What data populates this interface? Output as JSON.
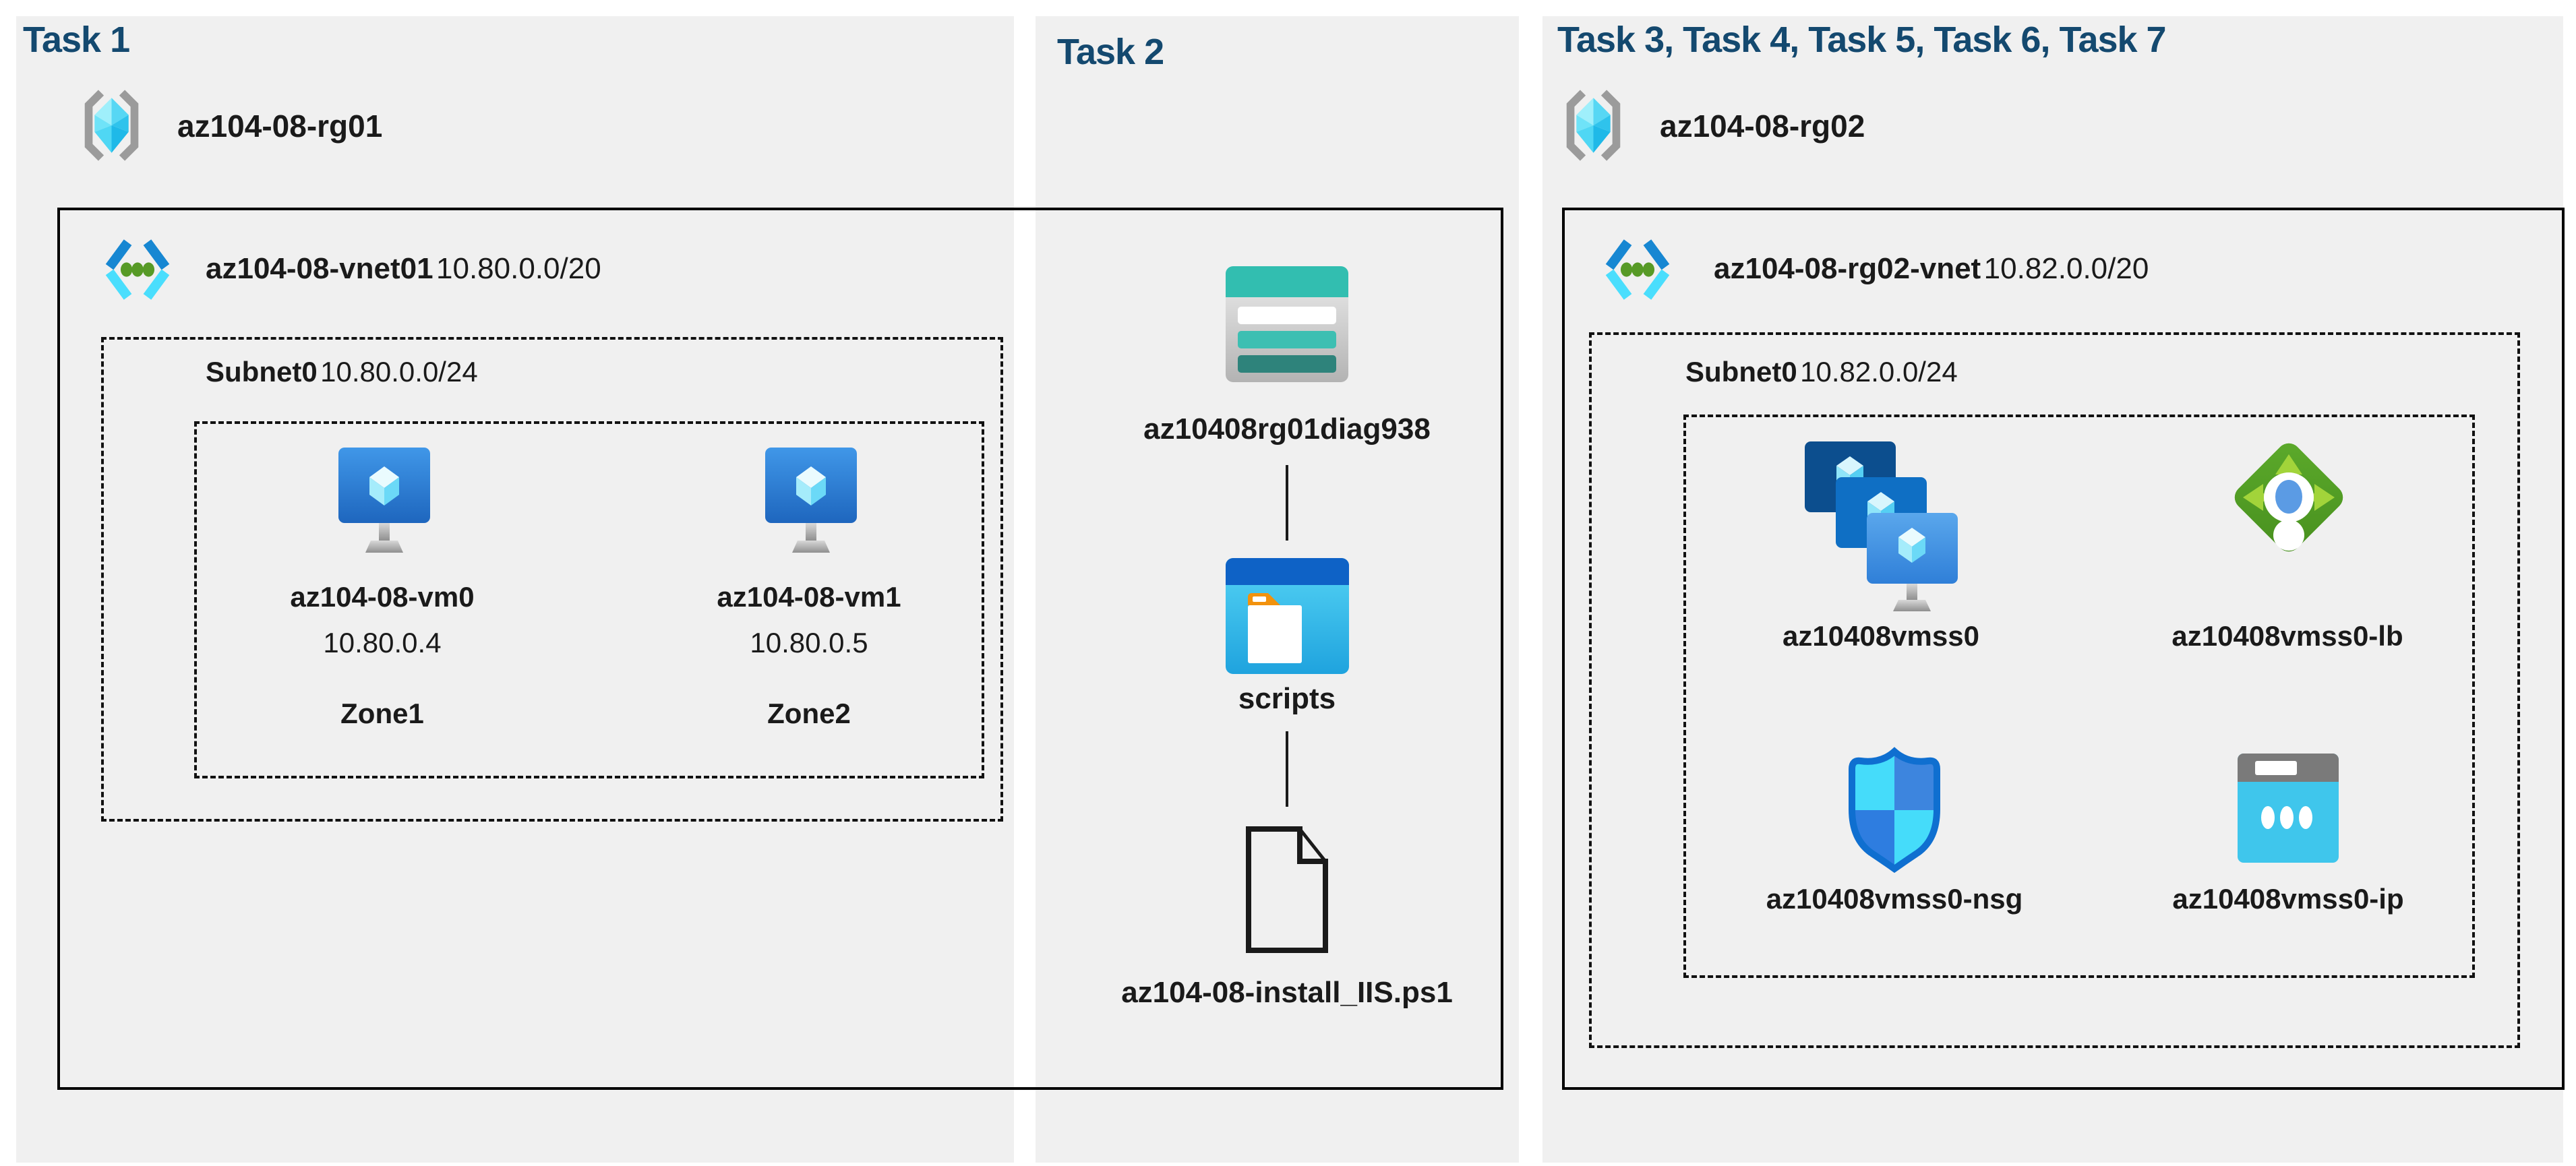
{
  "tasks": {
    "task1": {
      "title": "Task 1",
      "resource_group": {
        "name": "az104-08-rg01"
      },
      "vnet": {
        "name": "az104-08-vnet01",
        "cidr": "10.80.0.0/20"
      },
      "subnet": {
        "name": "Subnet0",
        "cidr": "10.80.0.0/24"
      },
      "vms": [
        {
          "name": "az104-08-vm0",
          "ip": "10.80.0.4",
          "zone": "Zone1"
        },
        {
          "name": "az104-08-vm1",
          "ip": "10.80.0.5",
          "zone": "Zone2"
        }
      ]
    },
    "task2": {
      "title": "Task 2",
      "storage_account": "az10408rg01diag938",
      "container": "scripts",
      "script_file": "az104-08-install_IIS.ps1"
    },
    "task3": {
      "title": "Task 3, Task 4, Task 5, Task 6, Task 7",
      "resource_group": {
        "name": "az104-08-rg02"
      },
      "vnet": {
        "name": "az104-08-rg02-vnet",
        "cidr": "10.82.0.0/20"
      },
      "subnet": {
        "name": "Subnet0",
        "cidr": "10.82.0.0/24"
      },
      "resources": [
        {
          "name": "az10408vmss0",
          "type": "vm-scale-set"
        },
        {
          "name": "az10408vmss0-lb",
          "type": "load-balancer"
        },
        {
          "name": "az10408vmss0-nsg",
          "type": "network-security-group"
        },
        {
          "name": "az10408vmss0-ip",
          "type": "public-ip"
        }
      ]
    }
  },
  "colors": {
    "panel_bg": "#f0f0f0",
    "title_navy": "#14496F",
    "text": "#1a1a1a",
    "storage_teal": "#32BEB0",
    "folder_blue": "#0E62C6",
    "lb_green": "#529F24",
    "nsg_cyan": "#45DCFA",
    "nsg_blue": "#0F6FD0",
    "ip_cyan": "#3FC6EC",
    "vm_blue": "#2E82D8"
  },
  "icon_names": [
    "resource-group-icon",
    "virtual-network-icon",
    "virtual-machine-icon",
    "storage-account-icon",
    "blob-container-icon",
    "script-file-icon",
    "vm-scale-set-icon",
    "load-balancer-icon",
    "network-security-group-icon",
    "public-ip-icon"
  ]
}
